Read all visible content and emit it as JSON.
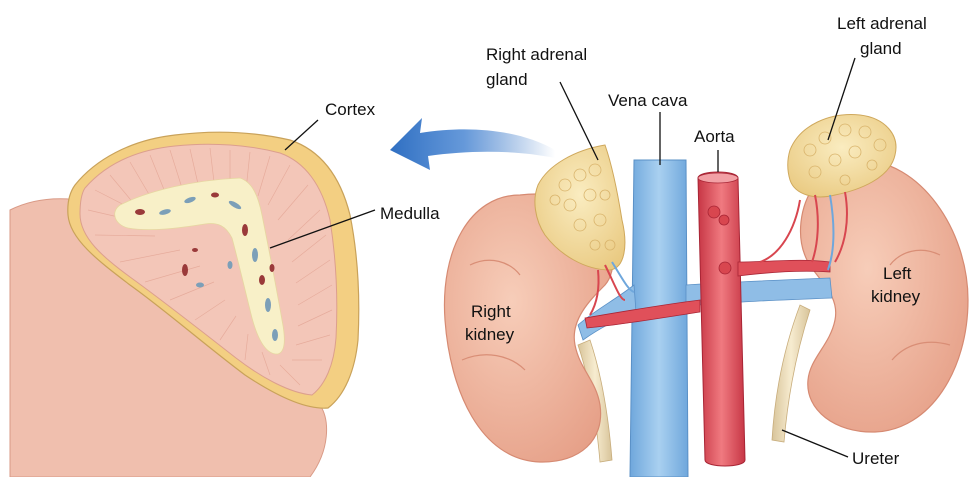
{
  "labels": {
    "cortex": "Cortex",
    "medulla": "Medulla",
    "right_adrenal_line1": "Right adrenal",
    "right_adrenal_line2": "gland",
    "left_adrenal_line1": "Left adrenal",
    "left_adrenal_line2": "gland",
    "vena_cava": "Vena cava",
    "aorta": "Aorta",
    "right_kidney_line1": "Right",
    "right_kidney_line2": "kidney",
    "left_kidney_line1": "Left",
    "left_kidney_line2": "kidney",
    "ureter": "Ureter"
  },
  "colors": {
    "kidney": "#f2b9a3",
    "kidney_shadow": "#e39a82",
    "adrenal": "#f3dc9c",
    "cortex_band": "#f5d58a",
    "vena_cava": "#8fbde6",
    "aorta": "#e0505a",
    "arrow": "#2f6fc2",
    "medulla": "#f8f0c8",
    "section_fill": "#f4c8bb"
  }
}
